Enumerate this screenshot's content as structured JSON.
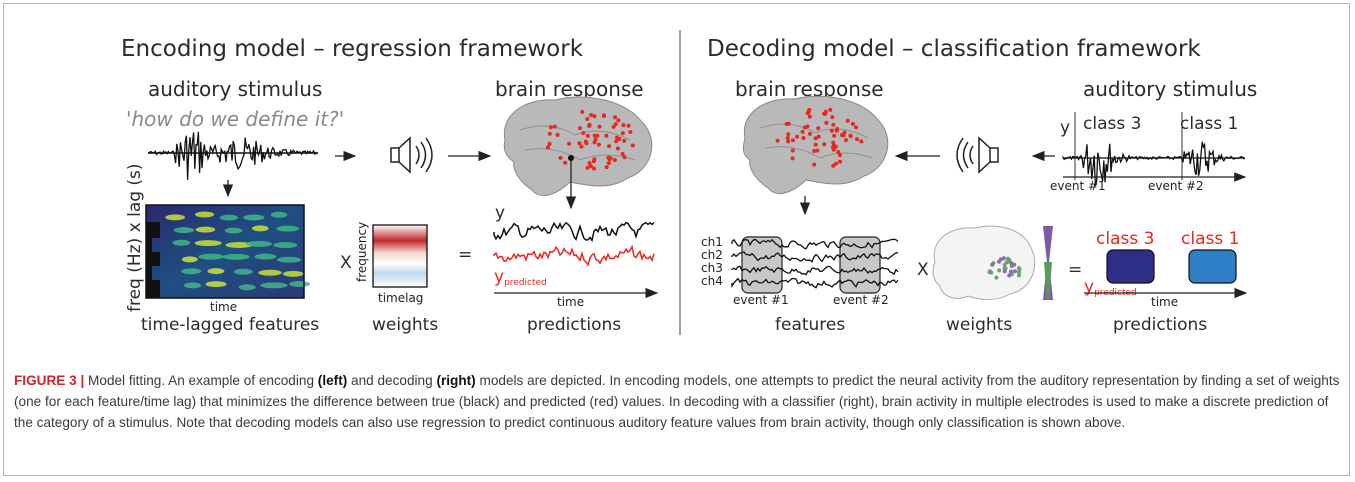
{
  "encoding": {
    "title": "Encoding model – regression framework",
    "stimulus_label": "auditory  stimulus",
    "stimulus_question": "'how do we define it?'",
    "brain_label": "brain response",
    "ylabel_features": "freq (Hz) x lag (s)",
    "time_label": "time",
    "features_label": "time-lagged features",
    "multiply": "X",
    "weights_ylabel": "frequency",
    "weights_xlabel": "timelag",
    "weights_label": "weights",
    "equals": "=",
    "y_label": "y",
    "y_pred_label": "y",
    "y_pred_sub": "predicted",
    "pred_time_label": "time",
    "predictions_label": "predictions"
  },
  "decoding": {
    "title": "Decoding model – classification framework",
    "brain_label": "brain response",
    "stimulus_label": "auditory stimulus",
    "y_label": "y",
    "class3": "class 3",
    "class1": "class 1",
    "event1": "event #1",
    "event2": "event #2",
    "channels": [
      "ch1",
      "ch2",
      "ch3",
      "ch4"
    ],
    "features_event1": "event #1",
    "features_event2": "event #2",
    "features_label": "features",
    "multiply": "X",
    "weights_label": "weights",
    "equals": "=",
    "pred_class3": "class 3",
    "pred_class1": "class 1",
    "y_pred_label": "y",
    "y_pred_sub": "predicted",
    "time_label": "time",
    "predictions_label": "predictions",
    "class3_color": "#2e2e86",
    "class1_color": "#2f7fc7"
  },
  "caption": {
    "figure_label": "FIGURE 3 |",
    "p1": " Model fitting. An example of encoding ",
    "left": "(left)",
    "p2": " and decoding ",
    "right": "(right)",
    "p3": " models are depicted. In encoding models, one attempts to predict the neural activity from the auditory representation by finding a set of weights (one for each feature/time lag) that minimizes the difference between true (black) and predicted (red) values. In decoding with a classifier (right), brain activity in multiple electrodes is used to make a discrete prediction of the category of a stimulus. Note that decoding models can also use regression to predict continuous auditory feature values from brain activity, though only classification is shown above."
  },
  "colors": {
    "red": "#e8271e",
    "gray": "#8a8a8a",
    "caption_red": "#d2232a"
  }
}
